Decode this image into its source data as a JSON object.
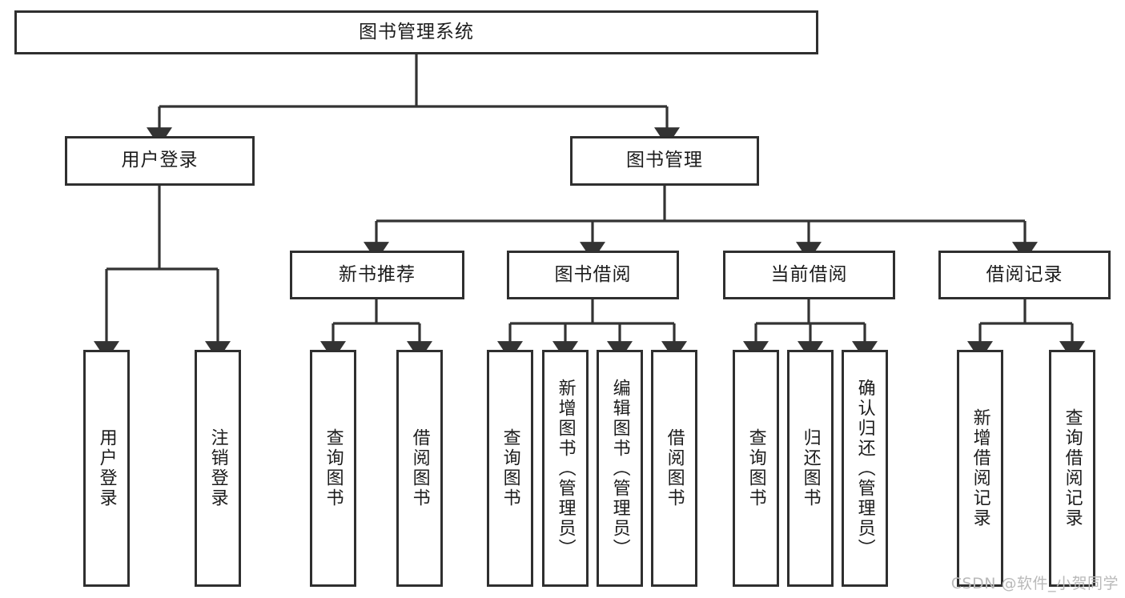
{
  "diagram": {
    "title": "图书管理系统",
    "type": "tree",
    "root": {
      "id": "root",
      "label": "图书管理系统"
    },
    "level2": [
      {
        "id": "user-login",
        "label": "用户登录"
      },
      {
        "id": "book-manage",
        "label": "图书管理"
      }
    ],
    "level3": [
      {
        "id": "new-book-rec",
        "label": "新书推荐"
      },
      {
        "id": "book-borrow",
        "label": "图书借阅"
      },
      {
        "id": "current-borrow",
        "label": "当前借阅"
      },
      {
        "id": "borrow-record",
        "label": "借阅记录"
      }
    ],
    "leaves": {
      "user_login": [
        {
          "id": "leaf-user-login",
          "label": "用户登录"
        },
        {
          "id": "leaf-logout",
          "label": "注销登录"
        }
      ],
      "new_book_rec": [
        {
          "id": "leaf-query-book-1",
          "label": "查询图书"
        },
        {
          "id": "leaf-borrow-book-1",
          "label": "借阅图书"
        }
      ],
      "book_borrow": [
        {
          "id": "leaf-query-book-2",
          "label": "查询图书"
        },
        {
          "id": "leaf-add-book",
          "label": "新增图书（管理员）"
        },
        {
          "id": "leaf-edit-book",
          "label": "编辑图书（管理员）"
        },
        {
          "id": "leaf-borrow-book-2",
          "label": "借阅图书"
        }
      ],
      "current_borrow": [
        {
          "id": "leaf-query-book-3",
          "label": "查询图书"
        },
        {
          "id": "leaf-return-book",
          "label": "归还图书"
        },
        {
          "id": "leaf-confirm-return",
          "label": "确认归还（管理员）"
        }
      ],
      "borrow_record": [
        {
          "id": "leaf-add-record",
          "label": "新增借阅记录"
        },
        {
          "id": "leaf-query-record",
          "label": "查询借阅记录"
        }
      ]
    }
  },
  "watermark": {
    "text": "CSDN @软件_小贺同学"
  },
  "colors": {
    "box_border": "#2f2f2f",
    "connector": "#333333",
    "text": "#1c1c1c",
    "background": "#ffffff",
    "watermark": "#b9b9b9"
  }
}
